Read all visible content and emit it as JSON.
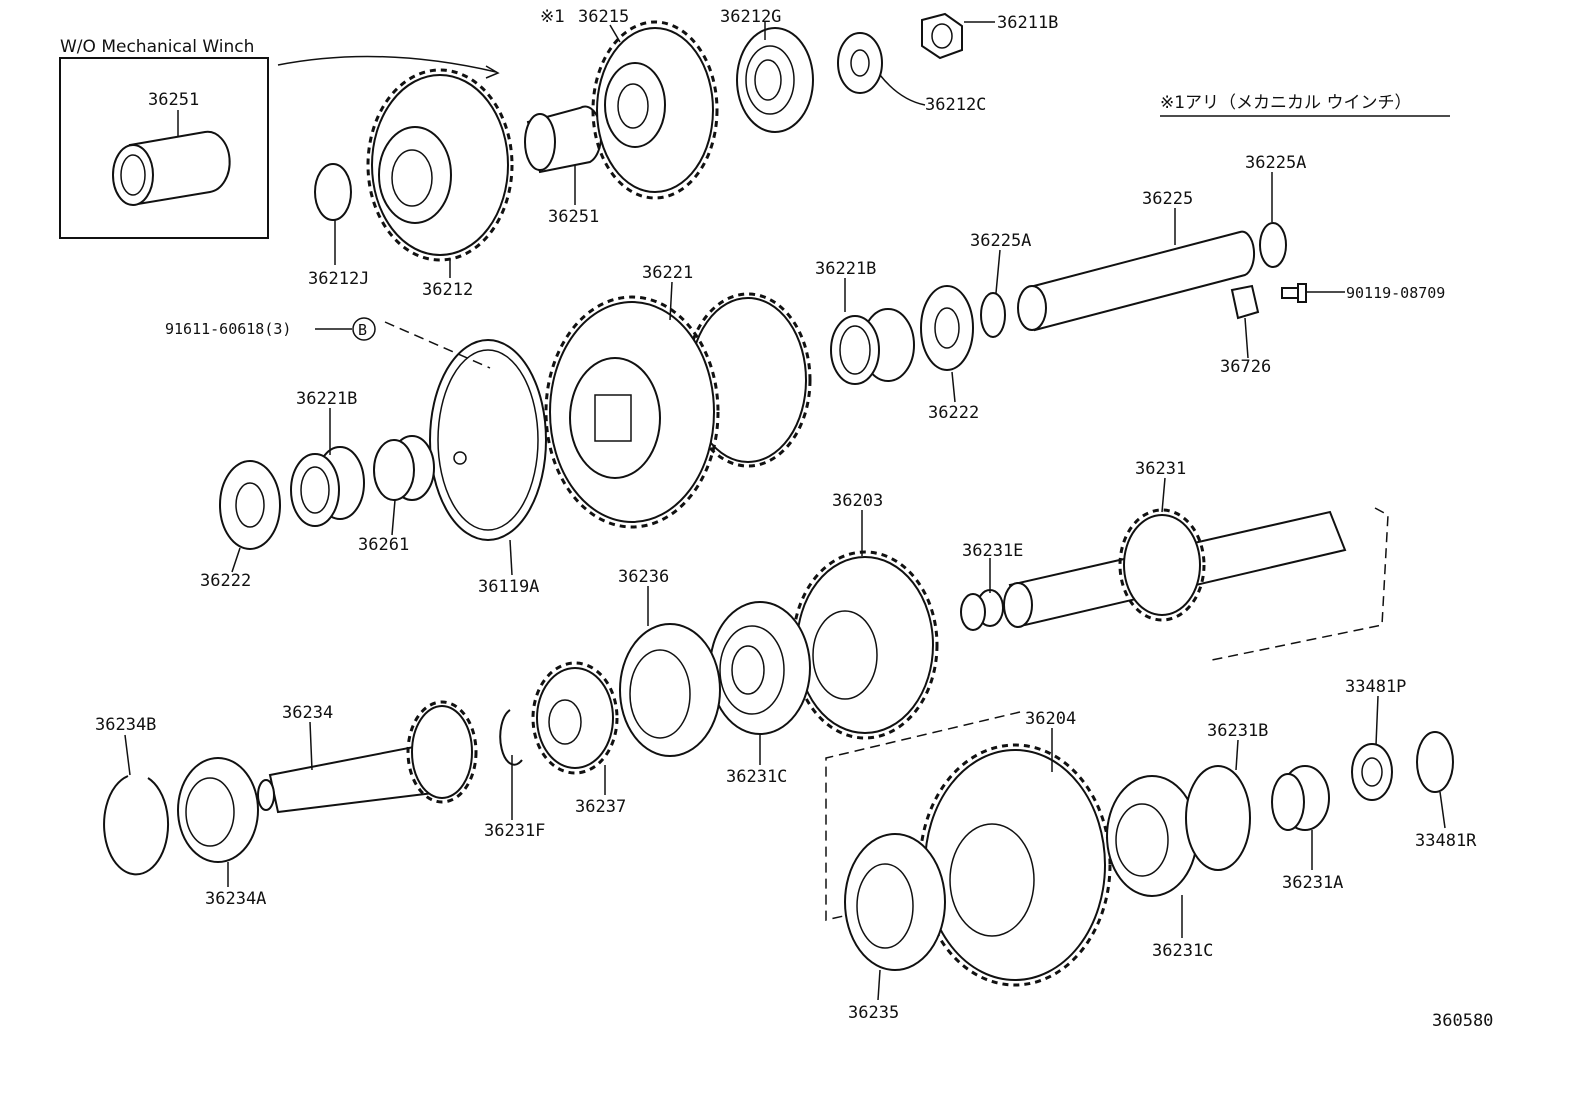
{
  "inset": {
    "title": "W/O Mechanical Winch",
    "part": "36251"
  },
  "note": "※1アリ（メカニカル ウインチ）",
  "marker": "※1",
  "drawing_number": "360580",
  "circle_ref": "B",
  "labels": {
    "p36215": "36215",
    "p36212G": "36212G",
    "p36211B": "36211B",
    "p36212C": "36212C",
    "p36251": "36251",
    "p36212J": "36212J",
    "p36212": "36212",
    "p36225A_top": "36225A",
    "p36225": "36225",
    "p36225A_mid": "36225A",
    "p90119": "90119-08709",
    "p36726": "36726",
    "p36221": "36221",
    "p36221B_top": "36221B",
    "p36222_right": "36222",
    "p91611": "91611-60618(3)",
    "p36221B_left": "36221B",
    "p36261": "36261",
    "p36222_left": "36222",
    "p36119A": "36119A",
    "p36231": "36231",
    "p36203": "36203",
    "p36231E": "36231E",
    "p36236": "36236",
    "p36234": "36234",
    "p36234B": "36234B",
    "p36234A": "36234A",
    "p36231F": "36231F",
    "p36237": "36237",
    "p36231C_mid": "36231C",
    "p36204": "36204",
    "p36231B": "36231B",
    "p33481P": "33481P",
    "p36231A": "36231A",
    "p33481R": "33481R",
    "p36231C_low": "36231C",
    "p36235": "36235"
  }
}
